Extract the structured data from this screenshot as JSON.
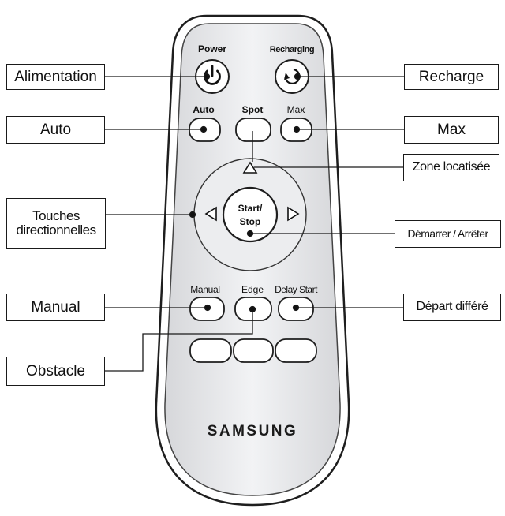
{
  "remote": {
    "power_label": "Power",
    "recharging_label": "Recharging",
    "auto_label": "Auto",
    "spot_label": "Spot",
    "max_label": "Max",
    "start_line1": "Start/",
    "start_line2": "Stop",
    "manual_label": "Manual",
    "edge_label": "Edge",
    "delay_label": "Delay Start",
    "brand": "SAMSUNG"
  },
  "callouts": {
    "alimentation": "Alimentation",
    "auto": "Auto",
    "touches_line1": "Touches",
    "touches_line2": "directionnelles",
    "manual": "Manual",
    "obstacle": "Obstacle",
    "recharge": "Recharge",
    "max": "Max",
    "zone": "Zone locatisée",
    "demarrer": "Démarrer / Arrêter",
    "depart": "Départ différé"
  },
  "icons": {
    "power": "power-icon",
    "recharge": "recharge-arrow-icon",
    "up": "triangle-up-icon",
    "left": "triangle-left-icon",
    "right": "triangle-right-icon"
  },
  "colors": {
    "body": "#e9eaec",
    "outline": "#2a2a2a",
    "button": "#ffffff",
    "text": "#111111"
  }
}
